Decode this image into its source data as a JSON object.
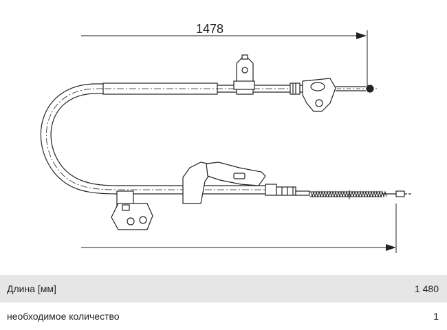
{
  "drawing": {
    "dimension_label": "1478"
  },
  "specs": [
    {
      "label": "Длина [мм]",
      "value": "1 480"
    },
    {
      "label": "необходимое количество",
      "value": "1"
    }
  ]
}
